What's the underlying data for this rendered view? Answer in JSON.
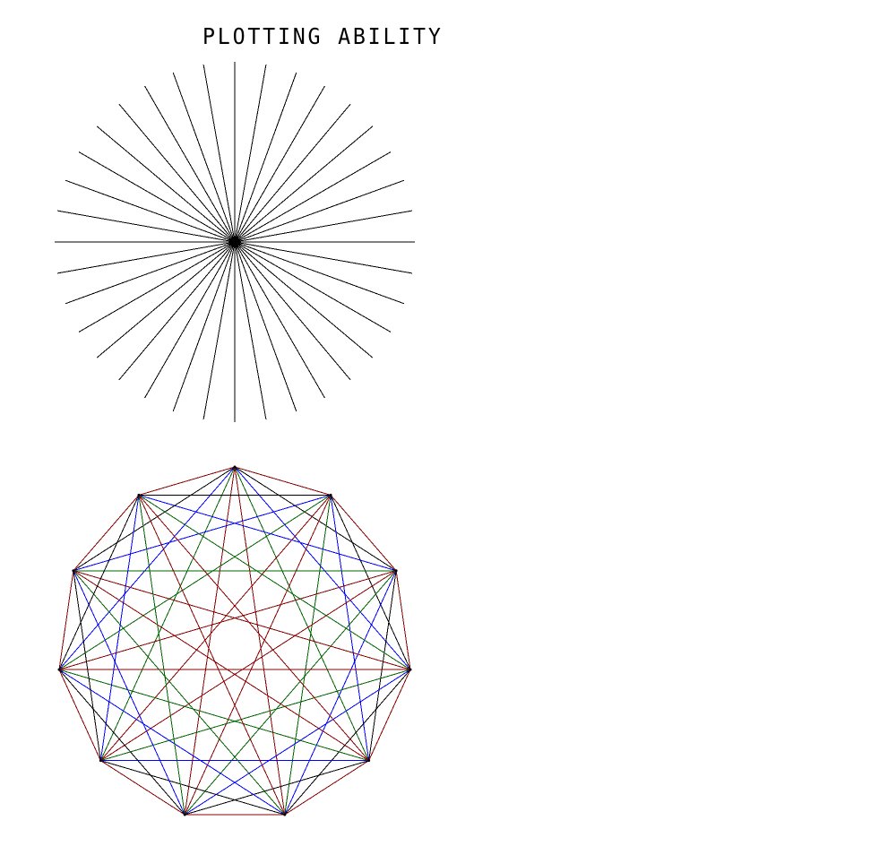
{
  "title": "PLOTTING ABILITY",
  "starburst": {
    "line_count": 36,
    "angle_step_deg": 10,
    "color": "#000000"
  },
  "polygon_web": {
    "vertex_count": 11,
    "chord_colors": {
      "step_1": "#8b0000",
      "step_2": "#000000",
      "step_3": "#0000ff",
      "step_4": "#006400",
      "step_5": "#8b0000"
    }
  }
}
